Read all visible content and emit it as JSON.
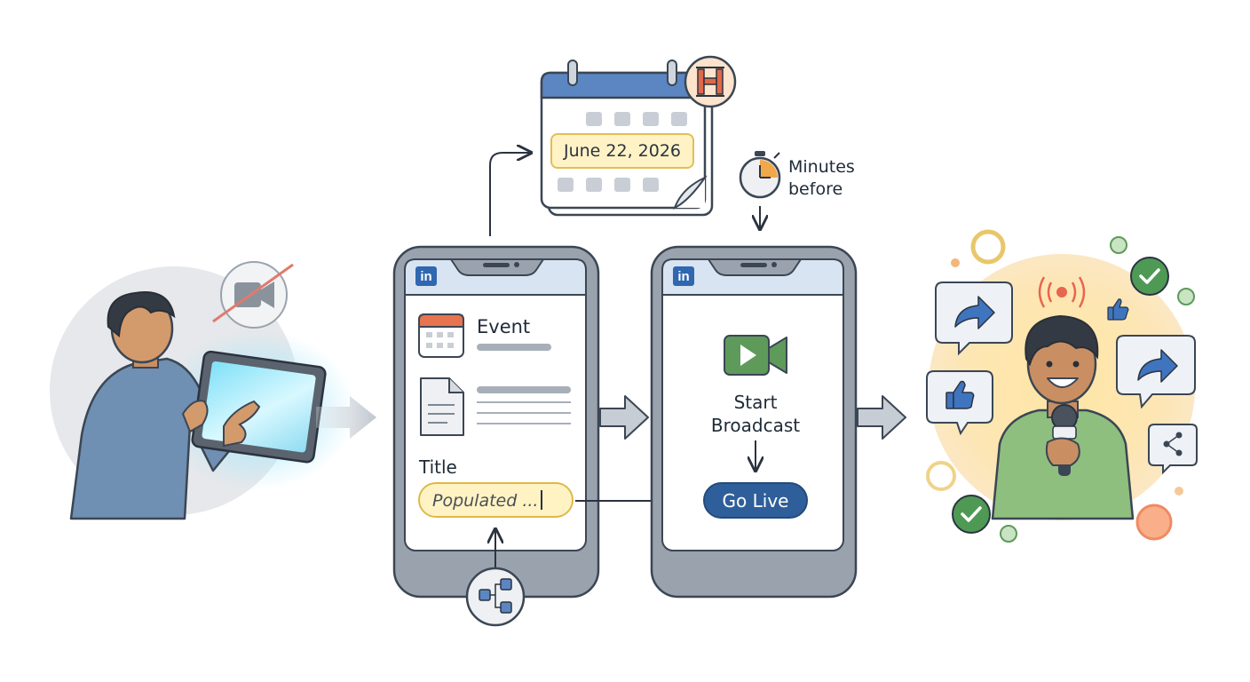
{
  "brand": {
    "badge": "in",
    "accent": "#2f67b1"
  },
  "calendar": {
    "date_text": "June 22, 2026",
    "badge_icon": "h-icon"
  },
  "reminder": {
    "line1": "Minutes",
    "line2": "before"
  },
  "phone_event": {
    "event_label": "Event",
    "title_label": "Title",
    "title_value": "Populated ..."
  },
  "phone_broadcast": {
    "start_broadcast_label": "Start Broadcast",
    "go_live_label": "Go Live"
  },
  "icons": {
    "camera_off": "camera-off-icon",
    "calendar": "calendar-icon",
    "document": "document-icon",
    "workflow": "workflow-icon",
    "video_camera": "video-camera-icon",
    "stopwatch": "stopwatch-icon",
    "broadcast": "broadcast-signal-icon",
    "share": "share-icon",
    "thumbs_up": "thumbs-up-icon",
    "check": "check-icon"
  },
  "colors": {
    "phone_frame": "#9aa3ad",
    "screen_header": "#d9e4f2",
    "input_fill": "#fff3c4",
    "go_live": "#2f5f9a",
    "video_green": "#5e9a5a",
    "calendar_header": "#5b86c2"
  }
}
